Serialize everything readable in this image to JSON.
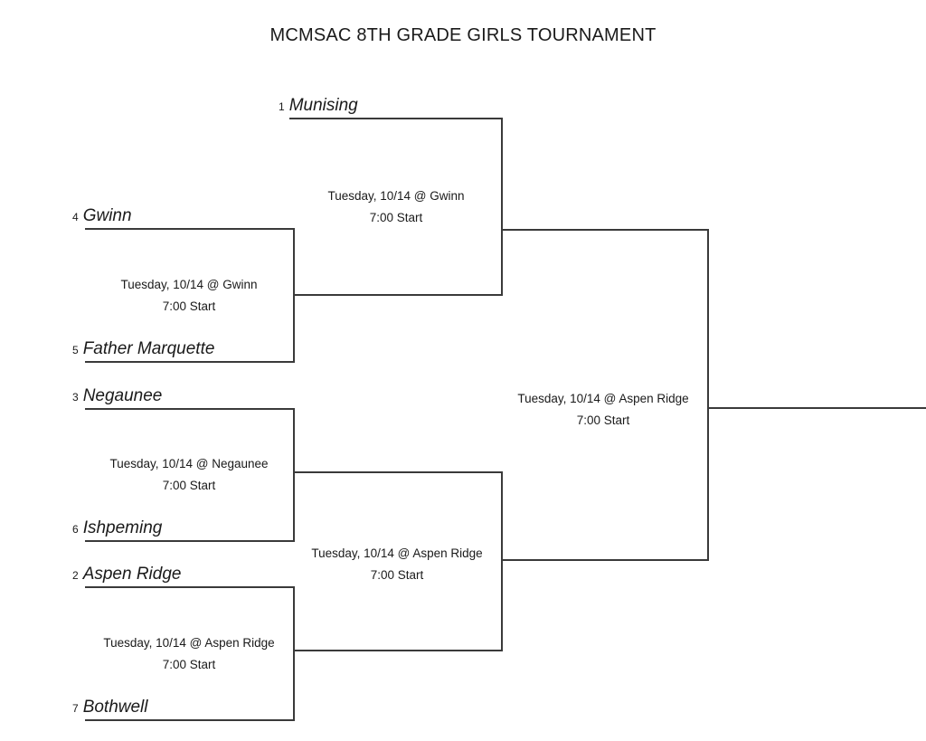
{
  "title": "MCMSAC 8TH GRADE GIRLS TOURNAMENT",
  "colors": {
    "line": "#3a3a3a",
    "text": "#1a1a1a",
    "background": "#ffffff"
  },
  "teams": [
    {
      "seed": "1",
      "name": "Munising"
    },
    {
      "seed": "4",
      "name": "Gwinn"
    },
    {
      "seed": "5",
      "name": "Father Marquette"
    },
    {
      "seed": "3",
      "name": "Negaunee"
    },
    {
      "seed": "6",
      "name": "Ishpeming"
    },
    {
      "seed": "2",
      "name": "Aspen Ridge"
    },
    {
      "seed": "7",
      "name": "Bothwell"
    }
  ],
  "games": [
    {
      "id": "game-gwinn-fm",
      "round": "quarterfinal",
      "when_where": "Tuesday, 10/14 @ Gwinn",
      "start": "7:00 Start"
    },
    {
      "id": "game-negaunee-ishpeming",
      "round": "quarterfinal",
      "when_where": "Tuesday, 10/14 @ Negaunee",
      "start": "7:00 Start"
    },
    {
      "id": "game-aspenridge-bothwell",
      "round": "quarterfinal",
      "when_where": "Tuesday, 10/14 @ Aspen Ridge",
      "start": "7:00 Start"
    },
    {
      "id": "game-semifinal-upper",
      "round": "semifinal",
      "when_where": "Tuesday, 10/14 @ Gwinn",
      "start": "7:00 Start"
    },
    {
      "id": "game-semifinal-lower",
      "round": "semifinal",
      "when_where": "Tuesday, 10/14 @ Aspen Ridge",
      "start": "7:00 Start"
    },
    {
      "id": "game-final",
      "round": "final",
      "when_where": "Tuesday, 10/14 @ Aspen Ridge",
      "start": "7:00 Start"
    }
  ]
}
